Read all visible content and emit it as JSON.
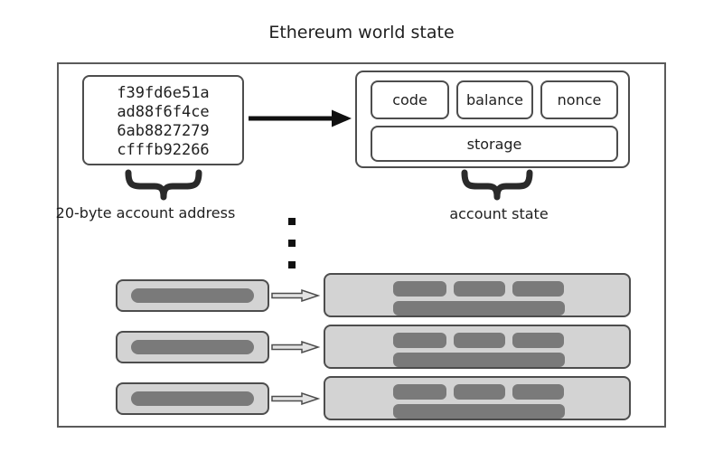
{
  "title": "Ethereum world state",
  "address_card": {
    "lines": [
      "f39fd6e51a",
      "ad88f6f4ce",
      "6ab8827279",
      "cfffb92266"
    ],
    "caption": "20-byte account address"
  },
  "account_state": {
    "fields": [
      "code",
      "balance",
      "nonce"
    ],
    "storage": "storage",
    "caption": "account state"
  },
  "ellipsis": {
    "count": 3
  },
  "mapping": {
    "rows": [
      {
        "state_cells": 3,
        "has_storage_bar": true
      },
      {
        "state_cells": 3,
        "has_storage_bar": true
      },
      {
        "state_cells": 3,
        "has_storage_bar": true
      }
    ]
  },
  "icons": {
    "map_arrow": "solid-right-arrow",
    "row_arrow": "hollow-right-arrow",
    "underbrace": "curly-underbrace",
    "ellipsis": "vertical-ellipsis-squares"
  },
  "colors": {
    "background": "#ffffff",
    "box_fill": "#d3d3d3",
    "pill_fill": "#7a7a7a",
    "border": "#4d4d4d",
    "outer_border": "#5a5a5a",
    "arrow": "#111111",
    "brace": "#2a2a2a",
    "text": "#1f1f1f"
  }
}
